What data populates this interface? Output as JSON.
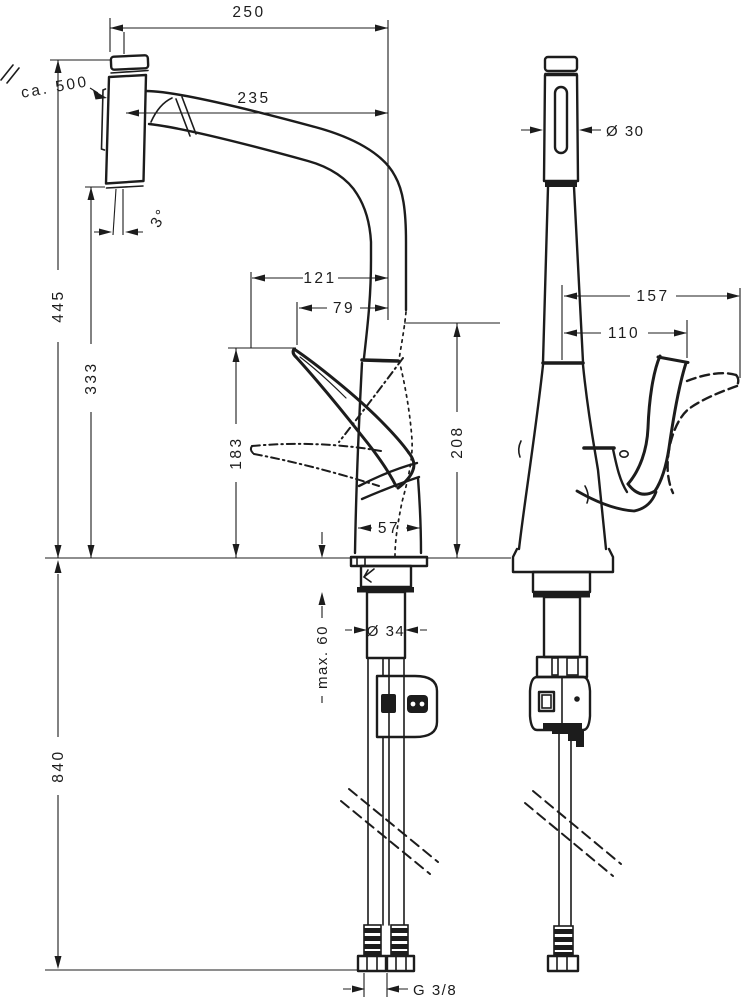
{
  "drawing": {
    "background_color": "#ffffff",
    "line_color": "#1c1c1c",
    "views": [
      "side-view",
      "front-view"
    ]
  },
  "dimensions": {
    "spout_reach_total": "250",
    "spout_reach_outlet": "235",
    "hose_pullout_length": "ca. 500",
    "head_tilt_angle": "3°",
    "total_height": "445",
    "outlet_height": "333",
    "handle_offset_open": "121",
    "handle_offset": "79",
    "handle_height": "183",
    "rear_clearance_height": "208",
    "base_width": "57",
    "shank_diameter": "Ø 34",
    "max_counter_thickness": "max. 60",
    "hose_length_below": "840",
    "connection_thread": "G 3/8",
    "spray_head_diameter": "Ø 30",
    "handle_reach_open": "157",
    "handle_reach": "110"
  }
}
